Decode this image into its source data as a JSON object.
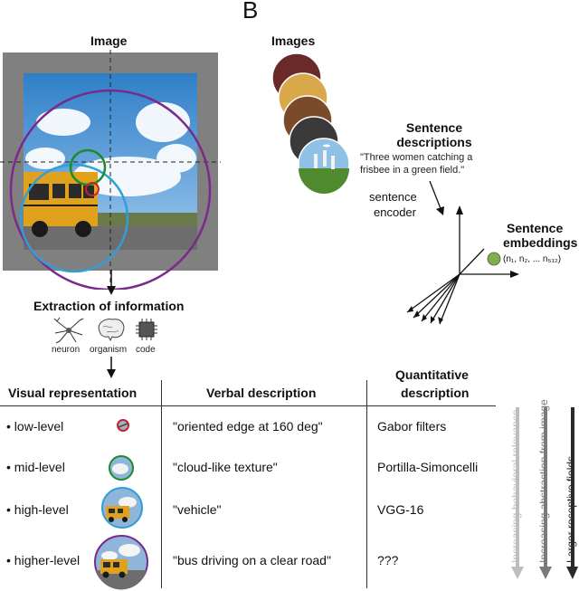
{
  "panel_letter": "B",
  "left": {
    "image_title": "Image",
    "extraction_title": "Extraction of information",
    "icons": [
      {
        "label": "neuron"
      },
      {
        "label": "organism"
      },
      {
        "label": "code"
      }
    ]
  },
  "right": {
    "images_title": "Images",
    "sentence_title_1": "Sentence",
    "sentence_title_2": "descriptions",
    "quote_1": "\"Three women catching a",
    "quote_2": "frisbee in a green field.\"",
    "encoder_1": "sentence",
    "encoder_2": "encoder",
    "emb_title_1": "Sentence",
    "emb_title_2": "embeddings",
    "emb_vector": "(n₁, n₂, ... n₅₁₂)"
  },
  "table": {
    "headers": {
      "visual": "Visual representation",
      "verbal": "Verbal description",
      "quant_1": "Quantitative",
      "quant_2": "description"
    },
    "rows": [
      {
        "level": "• low-level",
        "verbal": "\"oriented edge at 160 deg\"",
        "quant": "Gabor filters"
      },
      {
        "level": "• mid-level",
        "verbal": "\"cloud-like texture\"",
        "quant": "Portilla-Simoncelli"
      },
      {
        "level": "• high-level",
        "verbal": "\"vehicle\"",
        "quant": "VGG-16"
      },
      {
        "level": "• higher-level",
        "verbal": "\"bus driving on a clear road\"",
        "quant": "???"
      }
    ]
  },
  "side_labels": [
    {
      "text": "Increasing behavioral relevance",
      "color": "#bdbdbd"
    },
    {
      "text": "Increasing abstraction from image",
      "color": "#7a7a7a"
    },
    {
      "text": "Larger receptive fields",
      "color": "#2a2a2a"
    }
  ],
  "colors": {
    "purple": "#7b2a8c",
    "blue": "#2f9fd6",
    "green": "#1f8a2c",
    "red": "#c8232c",
    "gray_bg": "#808080"
  }
}
